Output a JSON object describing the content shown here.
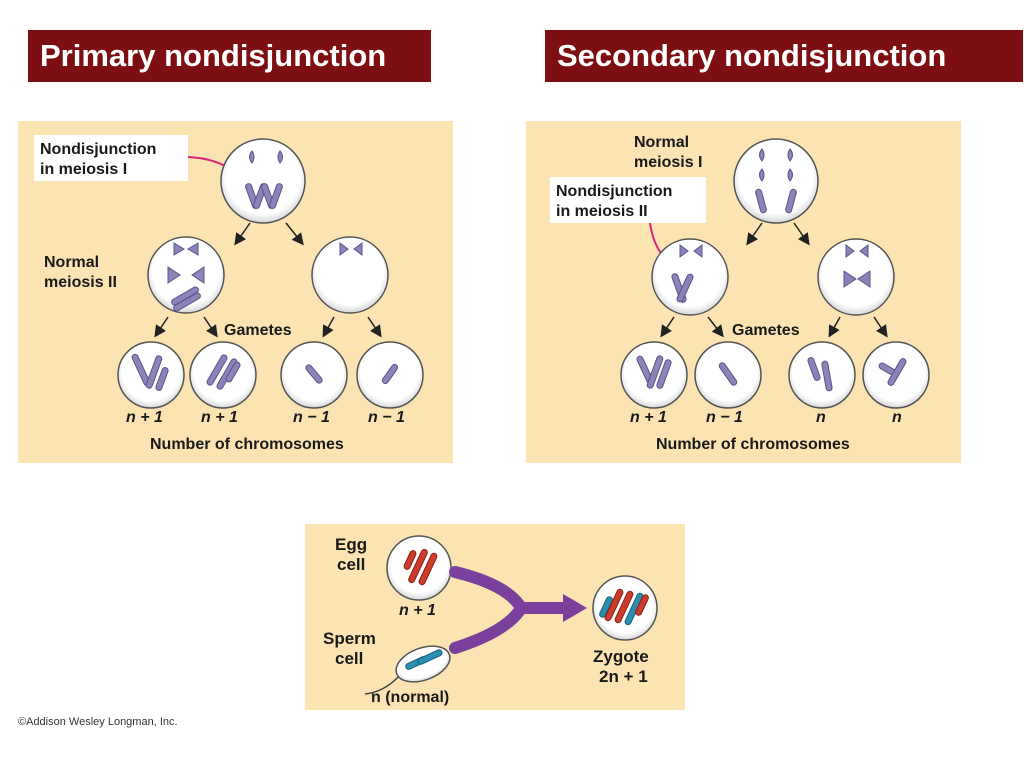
{
  "titles": {
    "left": "Primary nondisjunction",
    "right": "Secondary nondisjunction"
  },
  "primary": {
    "callout": [
      "Nondisjunction",
      "in meiosis I"
    ],
    "normal_meiosis_ii": [
      "Normal",
      "meiosis II"
    ],
    "gametes": "Gametes",
    "counts": [
      "n + 1",
      "n + 1",
      "n − 1",
      "n − 1"
    ],
    "caption": "Number of chromosomes"
  },
  "secondary": {
    "normal_meiosis_i": [
      "Normal",
      "meiosis I"
    ],
    "callout": [
      "Nondisjunction",
      "in meiosis II"
    ],
    "gametes": "Gametes",
    "counts": [
      "n + 1",
      "n − 1",
      "n",
      "n"
    ],
    "caption": "Number of chromosomes"
  },
  "fertilization": {
    "egg": [
      "Egg",
      "cell"
    ],
    "egg_count": "n + 1",
    "sperm": [
      "Sperm",
      "cell"
    ],
    "sperm_count": "n (normal)",
    "zygote": "Zygote",
    "zygote_count": "2n + 1"
  },
  "credit": "©Addison Wesley Longman, Inc.",
  "colors": {
    "title_bg": "#7d0f12",
    "panel_bg": "#fbe3b2",
    "chromosome": "#8a84b8",
    "maternal": "#cc3b2b",
    "paternal": "#2a8fb0",
    "arrow_purple": "#7b3f9c",
    "callout_arrow": "#d8277b"
  }
}
